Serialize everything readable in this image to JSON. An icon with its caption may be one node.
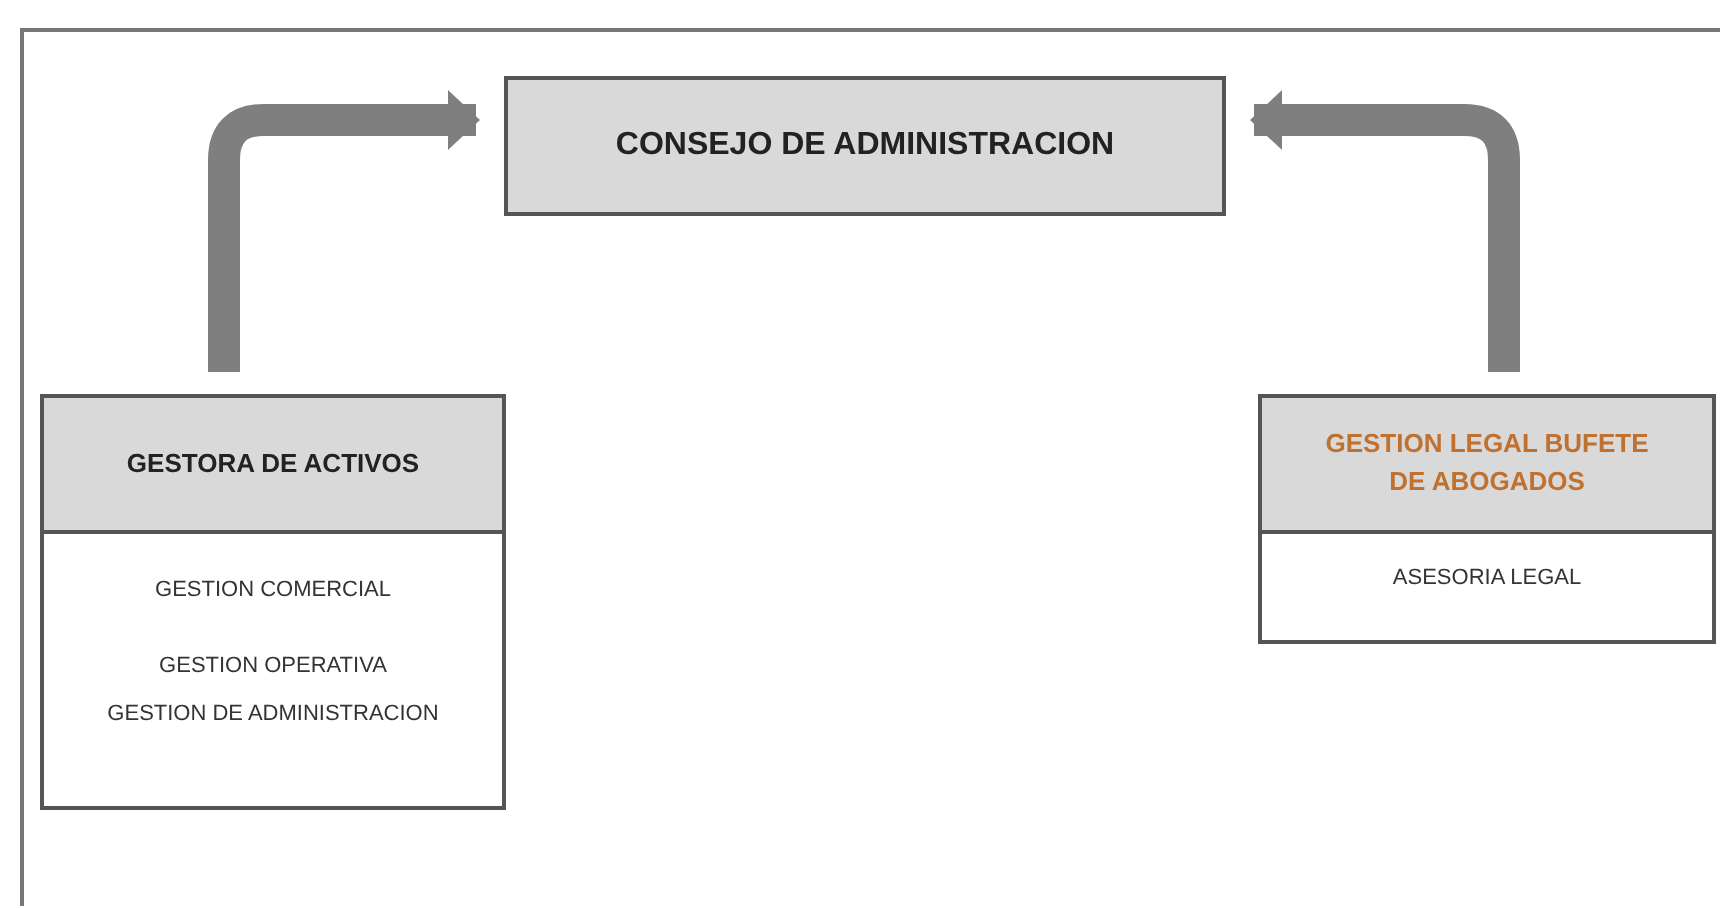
{
  "diagram": {
    "nodes": [
      {
        "text": [
          "CONSEJO DE ADMINISTRACION"
        ]
      },
      {
        "text": [
          "GESTORA DE ACTIVOS",
          "GESTION COMERCIAL",
          "GESTION OPERATIVA",
          "GESTION DE ADMINISTRACION"
        ]
      },
      {
        "text": [
          "GESTION LEGAL BUFETE DE ABOGADOS",
          "ASESORIA LEGAL"
        ]
      }
    ],
    "edges": [
      {
        "from": 1,
        "to": 0,
        "arrow": "to"
      },
      {
        "from": 2,
        "to": 0,
        "arrow": "to"
      }
    ]
  }
}
